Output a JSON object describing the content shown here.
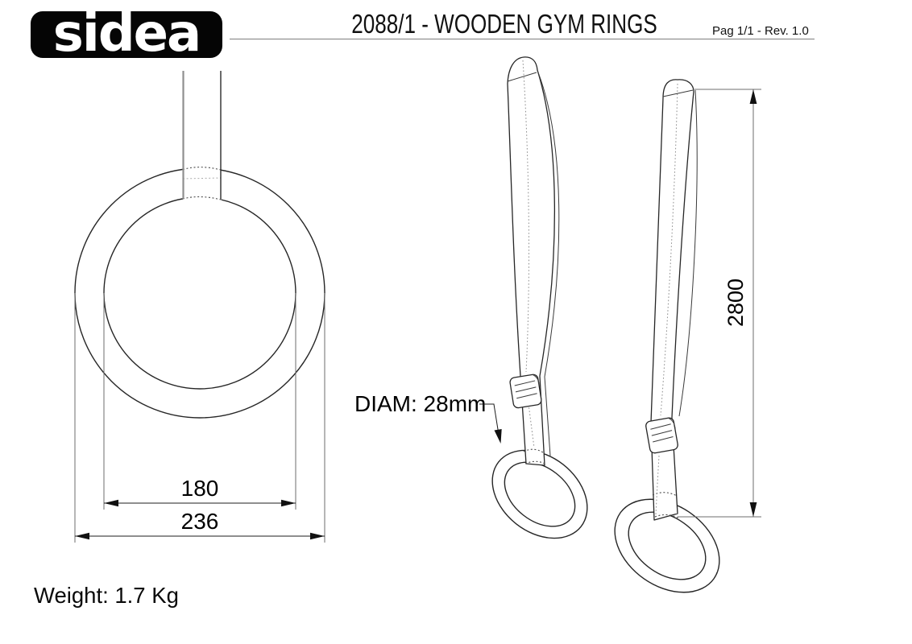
{
  "header": {
    "logo_text": "sidea",
    "title": "2088/1 - WOODEN GYM RINGS",
    "page_info": "Pag 1/1 - Rev. 1.0"
  },
  "annotations": {
    "inner_diameter": "180",
    "outer_diameter": "236",
    "rod_diameter": "DIAM: 28mm",
    "strap_length": "2800",
    "weight": "Weight: 1.7 Kg"
  },
  "drawing_info": {
    "type": "technical-diagram",
    "views": [
      "front-view-ring-with-strap",
      "perspective-view-ring-left",
      "perspective-view-ring-right"
    ],
    "units": "mm"
  },
  "colors": {
    "background": "#ffffff",
    "line": "#262626",
    "dimension_line": "#6e6e6e",
    "text": "#000000",
    "logo_background": "#050505",
    "logo_text": "#ffffff"
  }
}
